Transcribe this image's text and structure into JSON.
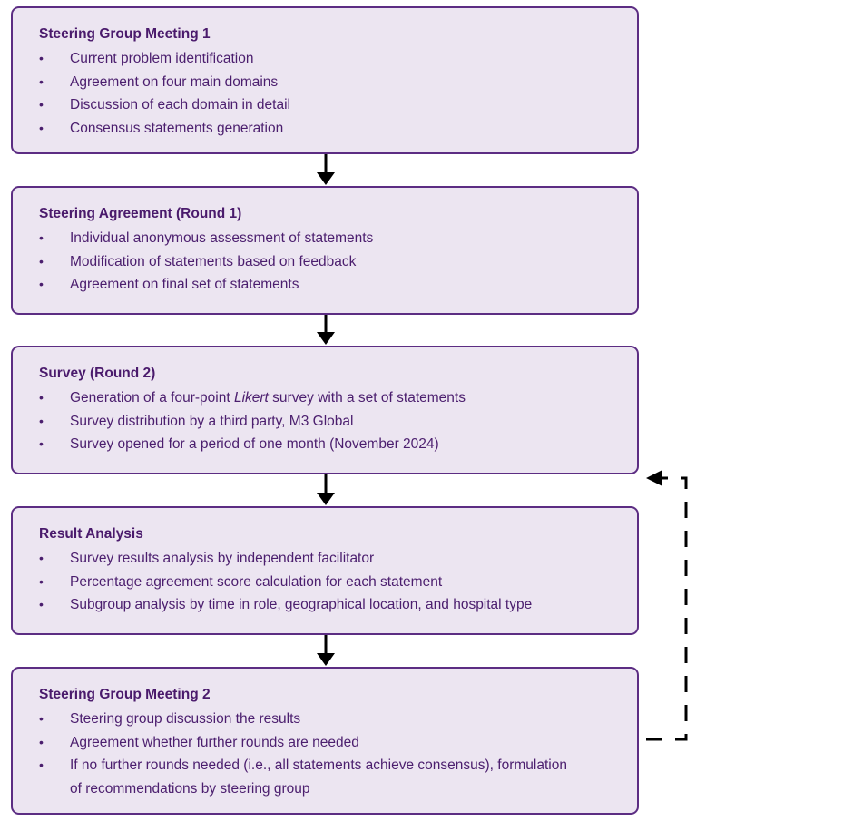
{
  "flowchart": {
    "steps": [
      {
        "title": "Steering Group Meeting 1",
        "items": [
          "Current problem identification",
          "Agreement on four main domains",
          "Discussion of each domain in detail",
          "Consensus statements generation"
        ]
      },
      {
        "title": "Steering Agreement (Round 1)",
        "items": [
          "Individual anonymous assessment of statements",
          "Modification of statements based on feedback",
          "Agreement on final set of statements"
        ]
      },
      {
        "title": "Survey (Round 2)",
        "items": [
          "Generation of a four-point ",
          "Survey distribution by a third party, M3 Global",
          "Survey opened for a period of one month (November 2024)"
        ],
        "italic_word": "Likert",
        "item0_suffix": " survey with a set of statements"
      },
      {
        "title": "Result Analysis",
        "items": [
          "Survey results analysis by independent facilitator",
          "Percentage agreement score calculation for each statement",
          "Subgroup analysis by time in role, geographical location, and hospital type"
        ]
      },
      {
        "title": "Steering Group Meeting 2",
        "items": [
          "Steering group discussion the results",
          "Agreement whether further rounds are needed",
          "If no further rounds needed (i.e., all statements achieve consensus), formulation of recommendations by steering group"
        ]
      }
    ],
    "bullet": "•",
    "feedback_loop": {
      "from": "Steering Group Meeting 2",
      "to": "Survey (Round 2)",
      "style": "dashed"
    },
    "colors": {
      "box_fill": "#ece5f1",
      "box_border": "#5c2d83",
      "text": "#4b1e6e",
      "arrow": "#000000"
    }
  }
}
